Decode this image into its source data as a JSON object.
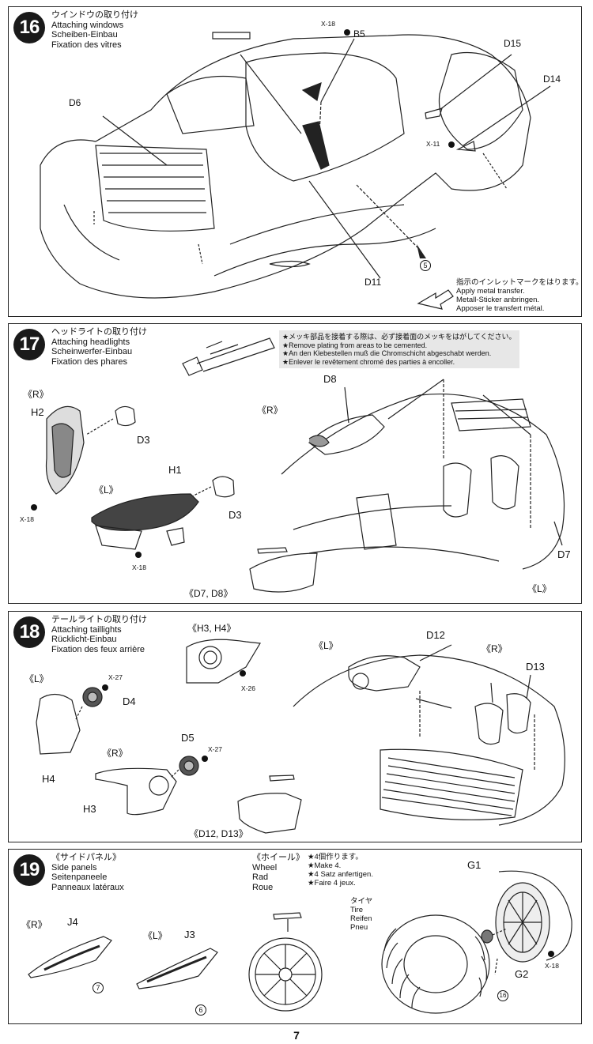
{
  "page_number": "7",
  "steps": {
    "s16": {
      "number": "16",
      "title_jp": "ウインドウの取り付け",
      "title_en": "Attaching windows",
      "title_de": "Scheiben-Einbau",
      "title_fr": "Fixation des vitres",
      "labels": {
        "x18": "X-18",
        "b5": "B5",
        "d15": "D15",
        "d14": "D14",
        "x11": "X-11",
        "d6": "D6",
        "d11": "D11",
        "ref5": "5"
      },
      "instr_jp": "指示のインレットマークをはります。",
      "instr_en": "Apply metal transfer.",
      "instr_de": "Metall-Sticker anbringen.",
      "instr_fr": "Apposer le transfert métal."
    },
    "s17": {
      "number": "17",
      "title_jp": "ヘッドライトの取り付け",
      "title_en": "Attaching headlights",
      "title_de": "Scheinwerfer-Einbau",
      "title_fr": "Fixation des phares",
      "note_jp": "★メッキ部品を接着する際は、必ず接着面のメッキをはがしてください。",
      "note_en": "★Remove plating from areas to be cemented.",
      "note_de": "★An den Klebestellen muß die Chromschicht abgeschabt werden.",
      "note_fr": "★Enlever le revêtement chromé des parties à encoller.",
      "labels": {
        "r1": "《R》",
        "h2": "H2",
        "d3a": "D3",
        "x18a": "X-18",
        "l1": "《L》",
        "h1": "H1",
        "d3b": "D3",
        "x18b": "X-18",
        "d7d8": "《D7, D8》",
        "r2": "《R》",
        "d8": "D8",
        "d7": "D7",
        "l2": "《L》"
      }
    },
    "s18": {
      "number": "18",
      "title_jp": "テールライトの取り付け",
      "title_en": "Attaching taillights",
      "title_de": "Rücklicht-Einbau",
      "title_fr": "Fixation des feux arrière",
      "labels": {
        "h3h4": "《H3, H4》",
        "x26": "X-26",
        "l1": "《L》",
        "x27a": "X-27",
        "d4": "D4",
        "h4": "H4",
        "r1": "《R》",
        "d5": "D5",
        "x27b": "X-27",
        "h3": "H3",
        "d12d13": "《D12, D13》",
        "l2": "《L》",
        "d12": "D12",
        "r2": "《R》",
        "d13": "D13"
      }
    },
    "s19": {
      "number": "19",
      "title_jp": "《サイドパネル》",
      "title_en": "Side panels",
      "title_de": "Seitenpaneele",
      "title_fr": "Panneaux latéraux",
      "wheel_jp": "《ホイール》",
      "wheel_en": "Wheel",
      "wheel_de": "Rad",
      "wheel_fr": "Roue",
      "make_jp": "★4個作ります。",
      "make_en": "★Make 4.",
      "make_de": "★4 Satz anfertigen.",
      "make_fr": "★Faire 4 jeux.",
      "tire_jp": "タイヤ",
      "tire_en": "Tire",
      "tire_de": "Reifen",
      "tire_fr": "Pneu",
      "labels": {
        "r": "《R》",
        "j4": "J4",
        "ref7": "7",
        "l": "《L》",
        "j3": "J3",
        "ref6": "6",
        "g1": "G1",
        "g2": "G2",
        "x18": "X-18",
        "ref16": "16"
      }
    }
  }
}
